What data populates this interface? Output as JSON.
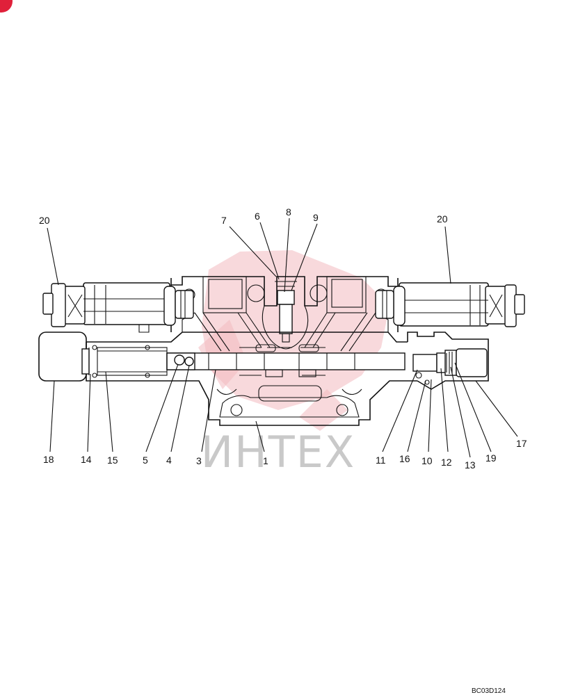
{
  "drawing_code": "BC03D124",
  "watermark": {
    "text": "ИНТЕХ",
    "logo": "wheel-logo-icon"
  },
  "colors": {
    "line": "#111111",
    "watermark_logo": "#f2b9c0",
    "watermark_text": "#c9c9c9",
    "corner_badge": "#e0203a"
  },
  "callouts": [
    {
      "id": "20-left",
      "text": "20"
    },
    {
      "id": "20-right",
      "text": "20"
    },
    {
      "id": "7",
      "text": "7"
    },
    {
      "id": "6",
      "text": "6"
    },
    {
      "id": "8",
      "text": "8"
    },
    {
      "id": "9",
      "text": "9"
    },
    {
      "id": "18",
      "text": "18"
    },
    {
      "id": "14",
      "text": "14"
    },
    {
      "id": "15",
      "text": "15"
    },
    {
      "id": "5",
      "text": "5"
    },
    {
      "id": "4",
      "text": "4"
    },
    {
      "id": "3",
      "text": "3"
    },
    {
      "id": "1",
      "text": "1"
    },
    {
      "id": "11",
      "text": "11"
    },
    {
      "id": "16",
      "text": "16"
    },
    {
      "id": "10",
      "text": "10"
    },
    {
      "id": "12",
      "text": "12"
    },
    {
      "id": "13",
      "text": "13"
    },
    {
      "id": "19",
      "text": "19"
    },
    {
      "id": "17",
      "text": "17"
    }
  ]
}
